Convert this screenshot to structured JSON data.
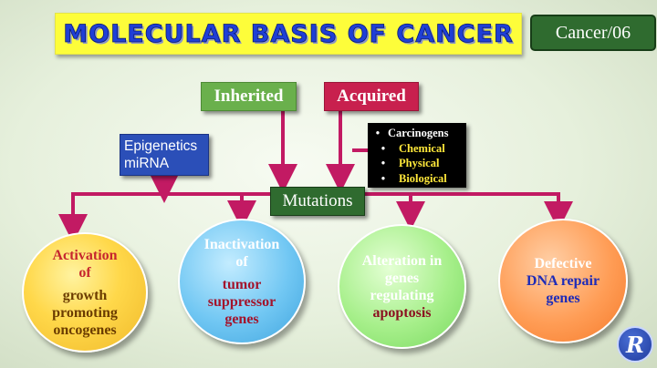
{
  "title": "MOLECULAR BASIS OF CANCER",
  "tag": "Cancer/06",
  "inherited": "Inherited",
  "acquired": "Acquired",
  "epigenetics": {
    "line1": "Epigenetics",
    "line2": "miRNA"
  },
  "carcinogens": {
    "heading": "Carcinogens",
    "items": [
      "Chemical",
      "Physical",
      "Biological"
    ]
  },
  "mutations": "Mutations",
  "outcomes": [
    {
      "line1": "Activation",
      "line2": "of",
      "line3": "growth",
      "line4": "promoting",
      "line5": "oncogenes"
    },
    {
      "line1": "Inactivation",
      "line2": "of",
      "line3": "tumor",
      "line4": "suppressor",
      "line5": "genes"
    },
    {
      "line1": "Alteration in",
      "line2": "genes",
      "line3": "regulating",
      "line4": "apoptosis"
    },
    {
      "line1": "Defective",
      "line2": "DNA repair",
      "line3": "genes"
    }
  ],
  "colors": {
    "connector": "#c21a63",
    "title_bg": "#fdfd3a",
    "title_text": "#1f3fd6",
    "green_box": "#2f6b2f"
  },
  "logo_icon": "r-logo-icon",
  "logo_letter": "R"
}
